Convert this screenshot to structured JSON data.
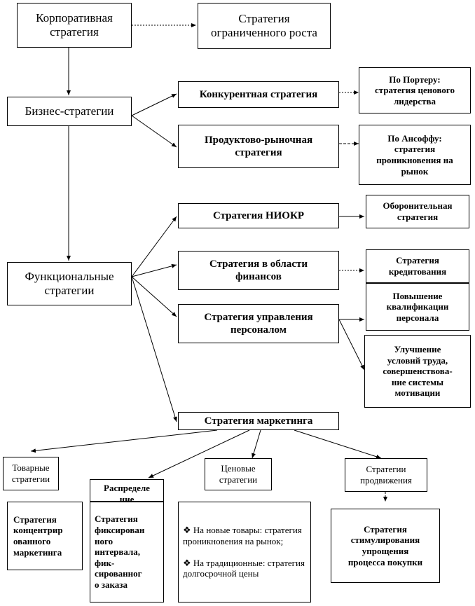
{
  "nodes": {
    "corporate": "Корпоративная\nстратегия",
    "limited_growth": "Стратегия\nограниченного роста",
    "business": "Бизнес-стратегии",
    "competitive": "Конкурентная стратегия",
    "porter": "По Портеру:\nстратегия ценового\nлидерства",
    "product_market": "Продуктово-рыночная\nстратегия",
    "ansoff": "По Ансоффу:\nстратегия\nпроникновения на\nрынок",
    "functional": "Функциональные\nстратегии",
    "rnd": "Стратегия НИОКР",
    "defensive": "Оборонительная\nстратегия",
    "finance": "Стратегия в области\nфинансов",
    "crediting": "Стратегия\nкредитования",
    "hr": "Стратегия управления\nперсоналом",
    "qualification": "Повышение\nквалификации\nперсонала",
    "conditions": "Улучшение\nусловий труда,\nсовершенствова-\nние системы\nмотивации",
    "marketing": "Стратегия маркетинга",
    "product": "Товарные\nстратегии",
    "distribution": "Распределе\nние",
    "pricing": "Ценовые\nстратегии",
    "promotion": "Стратегии\nпродвижения",
    "concentrated": "Стратегия\nконцентрир\nованного\nмаркетинга",
    "fixed": "Стратегия\nфиксирован\nного\nинтервала,\nфик-\nсированног\nо заказа",
    "pricing_list": [
      "На новые товары: стратегия проникновения на рынок;",
      "На традиционные: стратегия долгосрочной цены"
    ],
    "stimulation": "Стратегия\nстимулирования\nупрощения\nпроцесса покупки"
  }
}
